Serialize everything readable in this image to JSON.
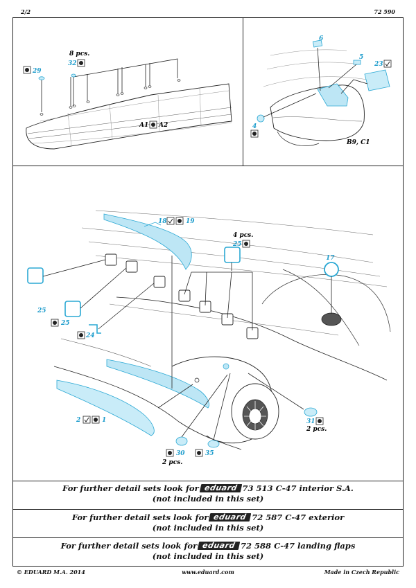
{
  "header": {
    "page": "2/2",
    "set_number": "72 590"
  },
  "panel_wing": {
    "qty_note": "8 pcs.",
    "parts": [
      "29",
      "32"
    ],
    "caption": {
      "a": "A1",
      "b": "A2"
    }
  },
  "panel_cockpit": {
    "parts": [
      "6",
      "5",
      "23",
      "4"
    ],
    "caption": "B9, C1"
  },
  "panel_main": {
    "qty_windows": "4 pcs.",
    "qty_30": "2 pcs.",
    "qty_31": "2 pcs.",
    "parts": [
      "18",
      "19",
      "25",
      "17",
      "25",
      "25",
      "24",
      "2",
      "1",
      "30",
      "35",
      "31"
    ]
  },
  "notes": [
    {
      "prefix": "For further detail sets look for",
      "brand": "eduard",
      "text": "73 513 C-47 interior S.A.",
      "sub": "(not included in this set)"
    },
    {
      "prefix": "For further detail sets look for",
      "brand": "eduard",
      "text": "72 587 C-47 exterior",
      "sub": "(not included in this set)"
    },
    {
      "prefix": "For further detail sets look for",
      "brand": "eduard",
      "text": "72 588 C-47 landing flaps",
      "sub": "(not included in this set)"
    }
  ],
  "footer": {
    "copyright": "© EDUARD  M.A. 2014",
    "website": "www.eduard.com",
    "origin": "Made in Czech Republic"
  },
  "colors": {
    "part_color": "#2aa8d4",
    "line": "#222222"
  }
}
